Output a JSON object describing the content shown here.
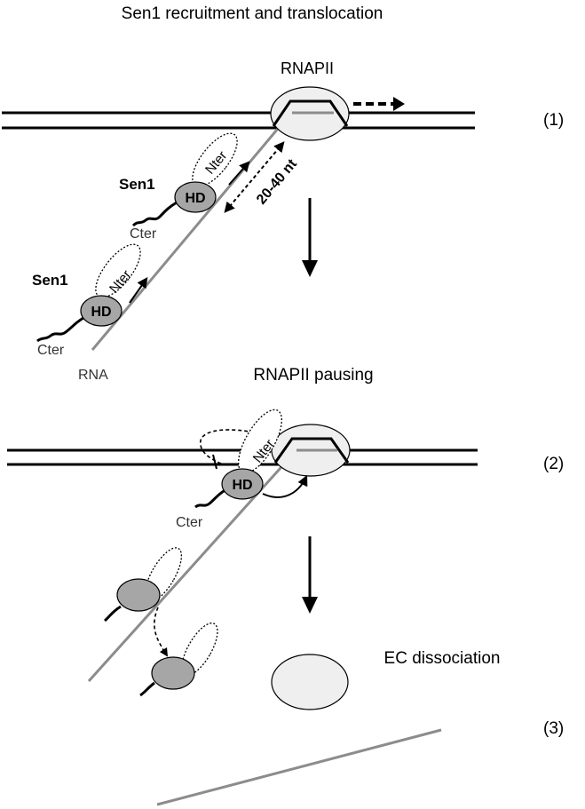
{
  "title": "Sen1 recruitment and translocation",
  "step1": {
    "number": "(1)",
    "rnapii_label": "RNAPII",
    "distance_label": "20-40 nt",
    "sen1_labels": [
      "Sen1",
      "Sen1"
    ],
    "hd_label": "HD",
    "nter_label": "Nter",
    "cter_label": "Cter",
    "rna_label": "RNA"
  },
  "step2": {
    "number": "(2)",
    "caption": "RNAPII pausing",
    "hd_label": "HD",
    "nter_label": "Nter",
    "cter_label": "Cter"
  },
  "step3": {
    "number": "(3)",
    "caption": "EC dissociation"
  },
  "colors": {
    "dna": "#000000",
    "rna": "#8c8c8c",
    "polymerase_fill": "#efefef",
    "helicase_fill": "#a6a6a6"
  }
}
